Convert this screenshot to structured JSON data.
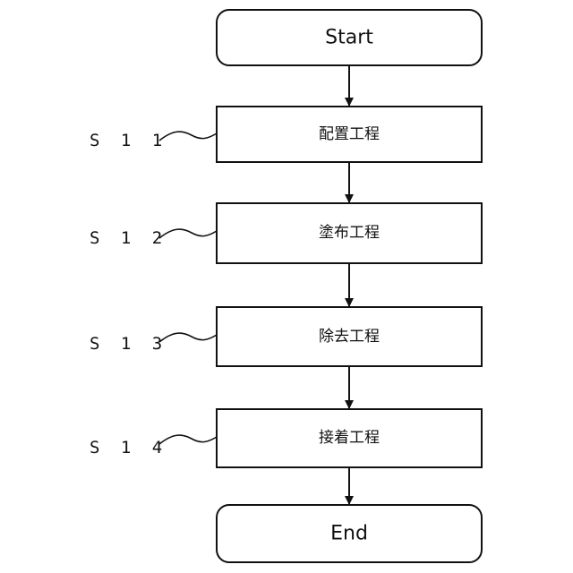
{
  "flow": {
    "start": "Start",
    "end": "End",
    "steps": [
      {
        "label": "S 1 1",
        "text": "配置工程"
      },
      {
        "label": "S 1 2",
        "text": "塗布工程"
      },
      {
        "label": "S 1 3",
        "text": "除去工程"
      },
      {
        "label": "S 1 4",
        "text": "接着工程"
      }
    ]
  }
}
